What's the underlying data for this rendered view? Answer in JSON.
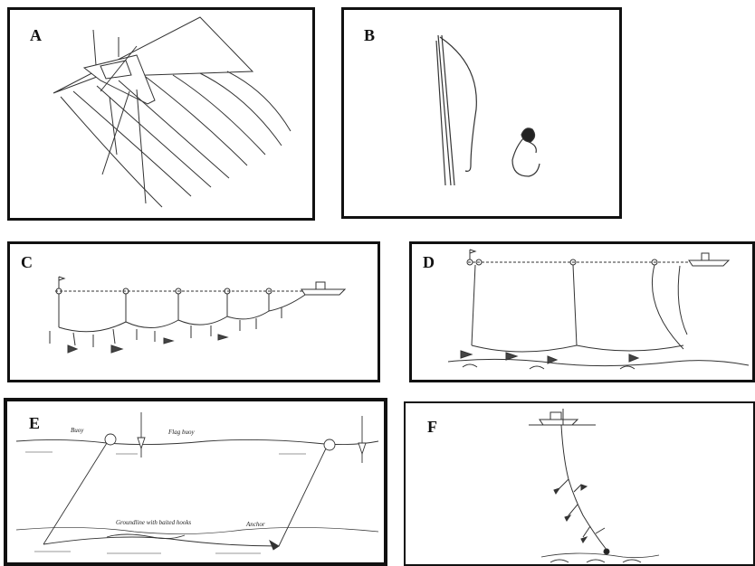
{
  "panels": {
    "a": {
      "label": "A"
    },
    "b": {
      "label": "B"
    },
    "c": {
      "label": "C"
    },
    "d": {
      "label": "D"
    },
    "e": {
      "label": "E",
      "annotations": {
        "buoy": "Buoy",
        "flag_buoy": "Flag buoy",
        "groundline": "Groundline with baited hooks",
        "anchor": "Anchor"
      }
    },
    "f": {
      "label": "F"
    }
  }
}
